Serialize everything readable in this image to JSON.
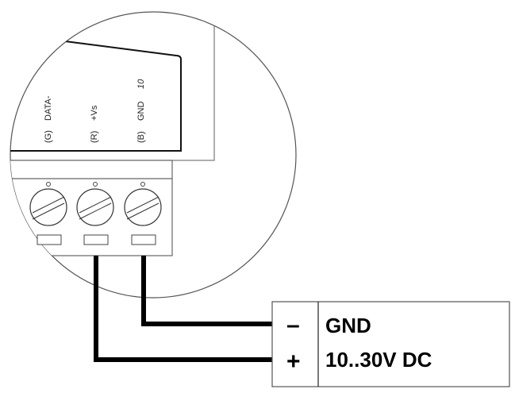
{
  "terminal_labels": [
    {
      "color": "(G)",
      "signal": "DATA-"
    },
    {
      "color": "(R)",
      "signal": "+Vs"
    },
    {
      "color": "(B)",
      "signal": "GND"
    }
  ],
  "pin_number": "10",
  "power_supply": {
    "rows": [
      {
        "sign": "–",
        "label": "GND"
      },
      {
        "sign": "+",
        "label": "10..30V DC"
      }
    ]
  }
}
